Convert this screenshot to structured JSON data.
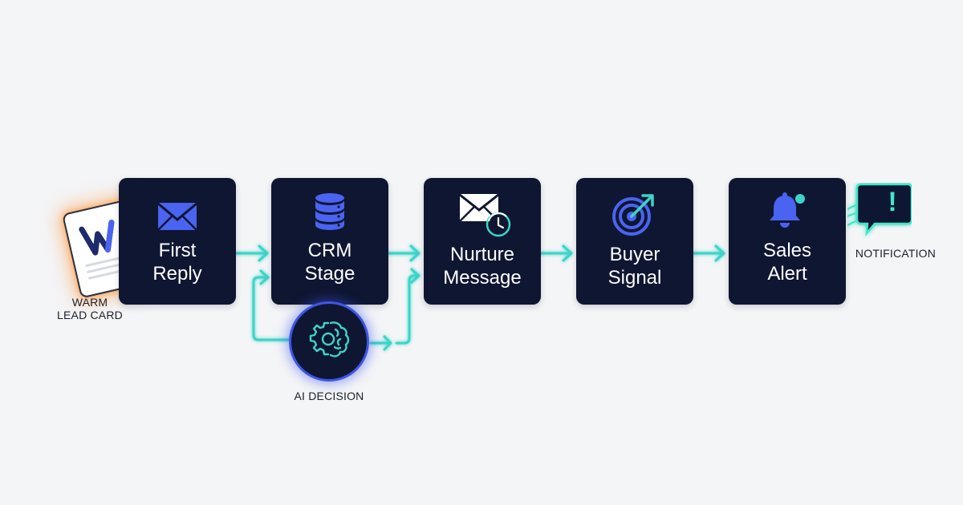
{
  "nodes": {
    "first_reply": {
      "line1": "First",
      "line2": "Reply"
    },
    "crm_stage": {
      "line1": "CRM",
      "line2": "Stage"
    },
    "nurture_message": {
      "line1": "Nurture",
      "line2": "Message"
    },
    "buyer_signal": {
      "line1": "Buyer",
      "line2": "Signal"
    },
    "sales_alert": {
      "line1": "Sales",
      "line2": "Alert"
    }
  },
  "captions": {
    "lead_line1": "WARM",
    "lead_line2": "LEAD CARD",
    "ai_decision": "AI DECISION",
    "notification": "NOTIFICATION"
  },
  "lead_card": {
    "logo_letter": "W"
  },
  "notification_icon": {
    "symbol": "!"
  },
  "icons": {
    "first_reply": "envelope-icon",
    "crm_stage": "database-icon",
    "nurture_message": "envelope-clock-icon",
    "buyer_signal": "target-arrow-icon",
    "sales_alert": "bell-icon",
    "ai_decision": "brain-gear-icon",
    "notification": "speech-bubble-alert-icon"
  },
  "colors": {
    "node_bg": "#0f1631",
    "arrow": "#3dd4c8",
    "icon_blue": "#4a63f0",
    "lead_glow": "#ff9a3c",
    "notify_green": "#40e8c8"
  }
}
